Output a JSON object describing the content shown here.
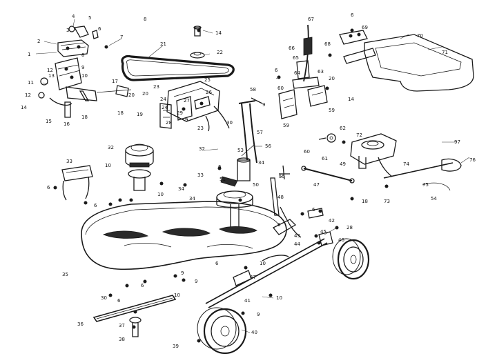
{
  "callouts": [
    {
      "id": "c-1",
      "text": "1"
    },
    {
      "id": "c-2",
      "text": "2"
    },
    {
      "id": "c-3",
      "text": "3"
    },
    {
      "id": "c-4",
      "text": "4"
    },
    {
      "id": "c-5",
      "text": "5"
    },
    {
      "id": "c-6a",
      "text": "6"
    },
    {
      "id": "c-7",
      "text": "7"
    },
    {
      "id": "c-8",
      "text": "8"
    },
    {
      "id": "c-9",
      "text": "9"
    },
    {
      "id": "c-10a",
      "text": "10"
    },
    {
      "id": "c-11",
      "text": "11"
    },
    {
      "id": "c-12a",
      "text": "12"
    },
    {
      "id": "c-12b",
      "text": "12"
    },
    {
      "id": "c-13",
      "text": "13"
    },
    {
      "id": "c-14a",
      "text": "14"
    },
    {
      "id": "c-15",
      "text": "15"
    },
    {
      "id": "c-16",
      "text": "16"
    },
    {
      "id": "c-17",
      "text": "17"
    },
    {
      "id": "c-18a",
      "text": "18"
    },
    {
      "id": "c-18b",
      "text": "18"
    },
    {
      "id": "c-19",
      "text": "19"
    },
    {
      "id": "c-20a",
      "text": "20"
    },
    {
      "id": "c-21",
      "text": "21"
    },
    {
      "id": "c-22",
      "text": "22"
    },
    {
      "id": "c-14b",
      "text": "14"
    },
    {
      "id": "c-23a",
      "text": "23"
    },
    {
      "id": "c-24a",
      "text": "24"
    },
    {
      "id": "c-25",
      "text": "25"
    },
    {
      "id": "c-26",
      "text": "26"
    },
    {
      "id": "c-27",
      "text": "27"
    },
    {
      "id": "c-28",
      "text": "28"
    },
    {
      "id": "c-29",
      "text": "29"
    },
    {
      "id": "c-23b",
      "text": "23"
    },
    {
      "id": "c-30",
      "text": "30"
    },
    {
      "id": "c-24b",
      "text": "24"
    },
    {
      "id": "c-9b",
      "text": "9"
    },
    {
      "id": "c-58",
      "text": "58"
    },
    {
      "id": "c-9c",
      "text": "9"
    },
    {
      "id": "c-57",
      "text": "57"
    },
    {
      "id": "c-56",
      "text": "56"
    },
    {
      "id": "c-53",
      "text": "53"
    },
    {
      "id": "c-32a",
      "text": "32"
    },
    {
      "id": "c-32b",
      "text": "32"
    },
    {
      "id": "c-10b",
      "text": "10"
    },
    {
      "id": "c-33a",
      "text": "33"
    },
    {
      "id": "c-6b",
      "text": "6"
    },
    {
      "id": "c-33b",
      "text": "33"
    },
    {
      "id": "c-34a",
      "text": "34"
    },
    {
      "id": "c-34b",
      "text": "34"
    },
    {
      "id": "c-10c",
      "text": "10"
    },
    {
      "id": "c-6c",
      "text": "6"
    },
    {
      "id": "c-51",
      "text": "51"
    },
    {
      "id": "c-50",
      "text": "50"
    },
    {
      "id": "c-34c",
      "text": "34"
    },
    {
      "id": "c-55",
      "text": "55"
    },
    {
      "id": "c-48",
      "text": "48"
    },
    {
      "id": "c-67",
      "text": "67"
    },
    {
      "id": "c-66",
      "text": "66"
    },
    {
      "id": "c-65",
      "text": "65"
    },
    {
      "id": "c-64",
      "text": "64"
    },
    {
      "id": "c-63",
      "text": "63"
    },
    {
      "id": "c-20b",
      "text": "20"
    },
    {
      "id": "c-6d",
      "text": "6"
    },
    {
      "id": "c-60",
      "text": "60"
    },
    {
      "id": "c-14c",
      "text": "14"
    },
    {
      "id": "c-59a",
      "text": "59"
    },
    {
      "id": "c-59b",
      "text": "59"
    },
    {
      "id": "c-68",
      "text": "68"
    },
    {
      "id": "c-69",
      "text": "69"
    },
    {
      "id": "c-6e",
      "text": "6"
    },
    {
      "id": "c-70",
      "text": "70"
    },
    {
      "id": "c-71",
      "text": "71"
    },
    {
      "id": "c-62",
      "text": "62"
    },
    {
      "id": "c-72",
      "text": "72"
    },
    {
      "id": "c-60b",
      "text": "60"
    },
    {
      "id": "c-61",
      "text": "61"
    },
    {
      "id": "c-47a",
      "text": "47"
    },
    {
      "id": "c-18c",
      "text": "18"
    },
    {
      "id": "c-49",
      "text": "49"
    },
    {
      "id": "c-74",
      "text": "74"
    },
    {
      "id": "c-75",
      "text": "75"
    },
    {
      "id": "c-76",
      "text": "76"
    },
    {
      "id": "c-73",
      "text": "73"
    },
    {
      "id": "c-54",
      "text": "54"
    },
    {
      "id": "c-97",
      "text": "97"
    },
    {
      "id": "c-6f",
      "text": "6"
    },
    {
      "id": "c-42",
      "text": "42"
    },
    {
      "id": "c-43",
      "text": "43"
    },
    {
      "id": "c-44",
      "text": "44"
    },
    {
      "id": "c-45",
      "text": "45"
    },
    {
      "id": "c-46",
      "text": "46"
    },
    {
      "id": "c-28b",
      "text": "28"
    },
    {
      "id": "c-6g",
      "text": "6"
    },
    {
      "id": "c-35",
      "text": "35"
    },
    {
      "id": "c-6h",
      "text": "6"
    },
    {
      "id": "c-10d",
      "text": "10"
    },
    {
      "id": "c-47b",
      "text": "47"
    },
    {
      "id": "c-41",
      "text": "41"
    },
    {
      "id": "c-10e",
      "text": "10"
    },
    {
      "id": "c-9d",
      "text": "9"
    },
    {
      "id": "c-30b",
      "text": "30"
    },
    {
      "id": "c-6i",
      "text": "6"
    },
    {
      "id": "c-10f",
      "text": "10"
    },
    {
      "id": "c-9e",
      "text": "9"
    },
    {
      "id": "c-36",
      "text": "36"
    },
    {
      "id": "c-37",
      "text": "37"
    },
    {
      "id": "c-38",
      "text": "38"
    },
    {
      "id": "c-39",
      "text": "39"
    },
    {
      "id": "c-40",
      "text": "40"
    },
    {
      "id": "c-9f",
      "text": "9"
    },
    {
      "id": "c-6j",
      "text": "6"
    },
    {
      "id": "c-6k",
      "text": "6"
    },
    {
      "id": "c-8b",
      "text": "8"
    },
    {
      "id": "c-20c",
      "text": "20"
    }
  ]
}
